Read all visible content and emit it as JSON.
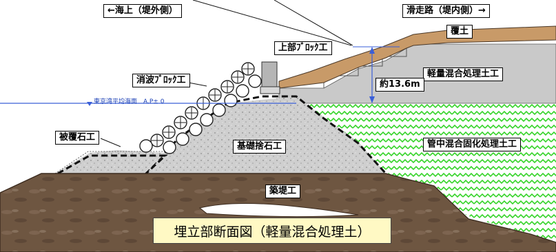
{
  "direction": {
    "sea_side": "←海上（堤外側）",
    "runway_side": "滑走路（堤内側）→"
  },
  "labels": {
    "cover_soil": "覆土",
    "upper_block": "上部ﾌﾞﾛｯｸ工",
    "wave_block": "消波ﾌﾞﾛｯｸ工",
    "light_mixed": "軽量混合処理土工",
    "height": "約13.6m",
    "armor_stone": "被覆石工",
    "foundation_rubble": "基礎捨石工",
    "pipe_mixed": "管中混合固化処理土工",
    "embankment": "築堤工"
  },
  "water_level": "東京湾平均海面　A.P± 0",
  "caption": "埋立部断面図（軽量混合処理土）",
  "colors": {
    "water_line": "#3a5fd8",
    "soil": "#6b5340",
    "sand": "#c89a68",
    "concrete_fill": "#c9c9c9",
    "rubble": "#bdbdbd",
    "green_hatch": "#36d42a",
    "caption_bg": "#fff9c4"
  }
}
